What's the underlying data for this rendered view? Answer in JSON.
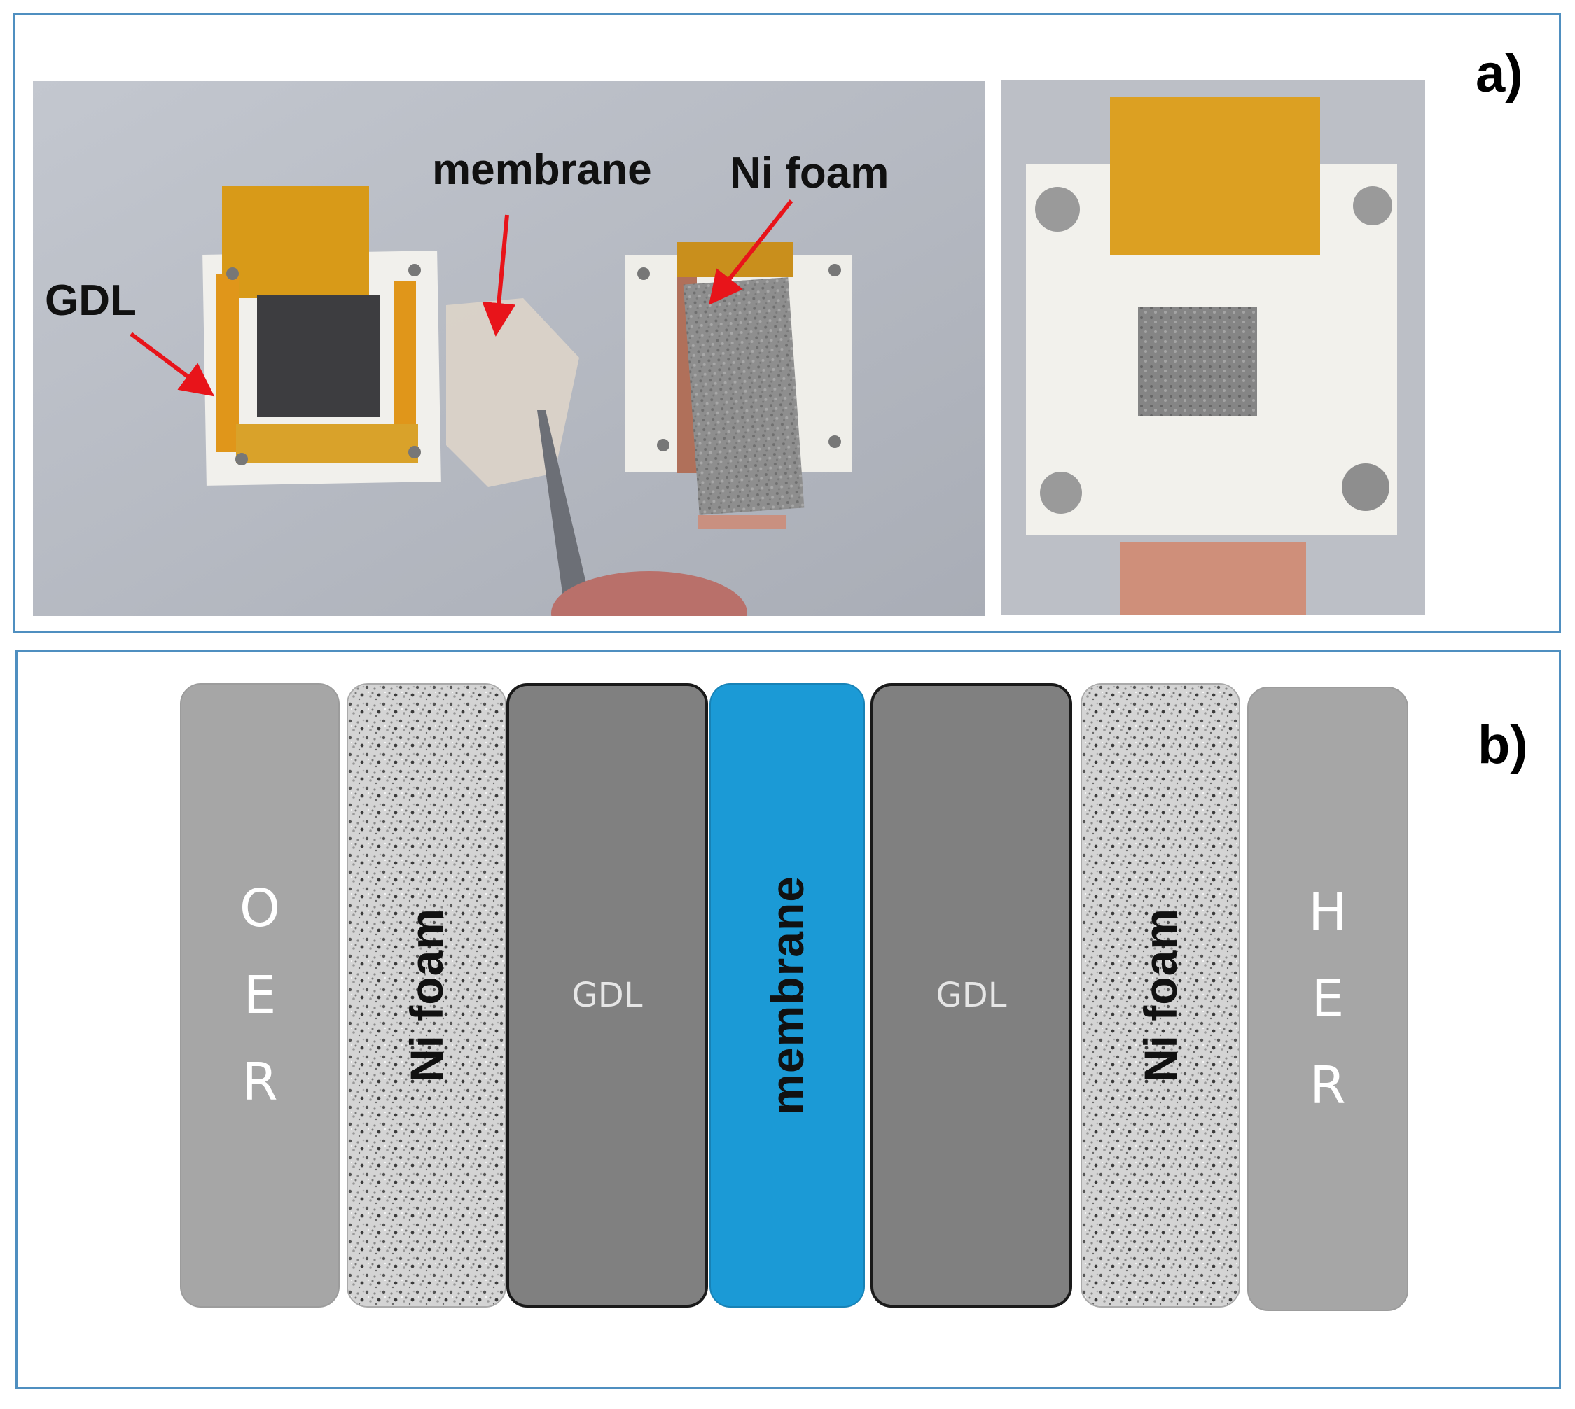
{
  "panel_a": {
    "label": "a)",
    "callouts": {
      "gdl": "GDL",
      "membrane": "membrane",
      "ni_foam": "Ni foam"
    }
  },
  "panel_b": {
    "label": "b)",
    "layers": [
      {
        "id": "oer",
        "chars": [
          "O",
          "E",
          "R"
        ],
        "color": "#a6a6a6"
      },
      {
        "id": "ni-foam-left",
        "text": "Ni foam",
        "pattern": "foam"
      },
      {
        "id": "gdl-left",
        "text": "GDL",
        "color": "#808080"
      },
      {
        "id": "membrane",
        "text": "membrane",
        "color": "#1b9ad6"
      },
      {
        "id": "gdl-right",
        "text": "GDL",
        "color": "#808080"
      },
      {
        "id": "ni-foam-right",
        "text": "Ni foam",
        "pattern": "foam"
      },
      {
        "id": "her",
        "chars": [
          "H",
          "E",
          "R"
        ],
        "color": "#a6a6a6"
      }
    ]
  },
  "colors": {
    "frame": "#4f8fc0",
    "arrow": "#e8141a",
    "kapton": "#d99a17",
    "membrane": "#1b9ad6"
  }
}
